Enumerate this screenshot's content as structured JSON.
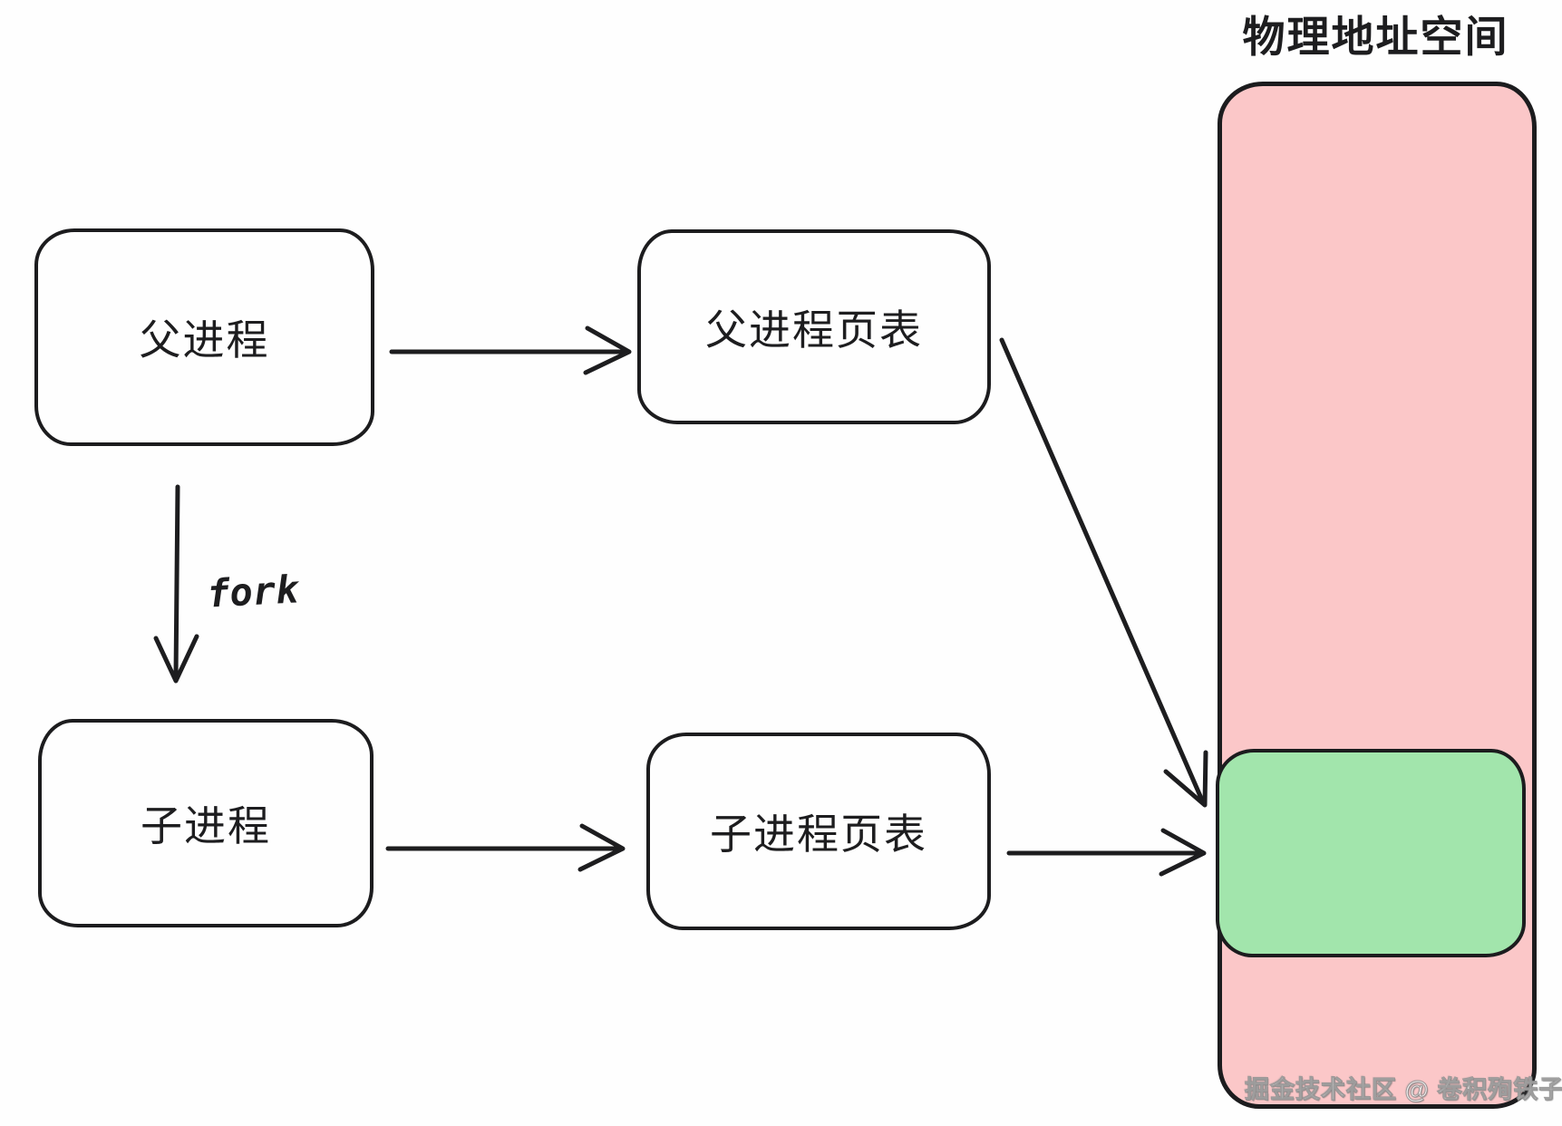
{
  "title": "物理地址空间",
  "nodes": {
    "parent_process": {
      "label": "父进程",
      "fill": "#f9e48a"
    },
    "child_process": {
      "label": "子进程",
      "fill": "#f9e48a"
    },
    "parent_page_table": {
      "label": "父进程页表",
      "fill": "#a9d7f5"
    },
    "child_page_table": {
      "label": "子进程页表",
      "fill": "#a9d7f5"
    },
    "physical_space": {
      "label": "物理地址空间",
      "fill": "#fbc7c8"
    },
    "shared_page": {
      "fill": "#a2e5ac"
    }
  },
  "edges": {
    "fork_label": "fork"
  },
  "watermark": "掘金技术社区 @ 卷积殉铁子",
  "colors": {
    "stroke": "#1d1d1f",
    "background": "#fefefe"
  }
}
